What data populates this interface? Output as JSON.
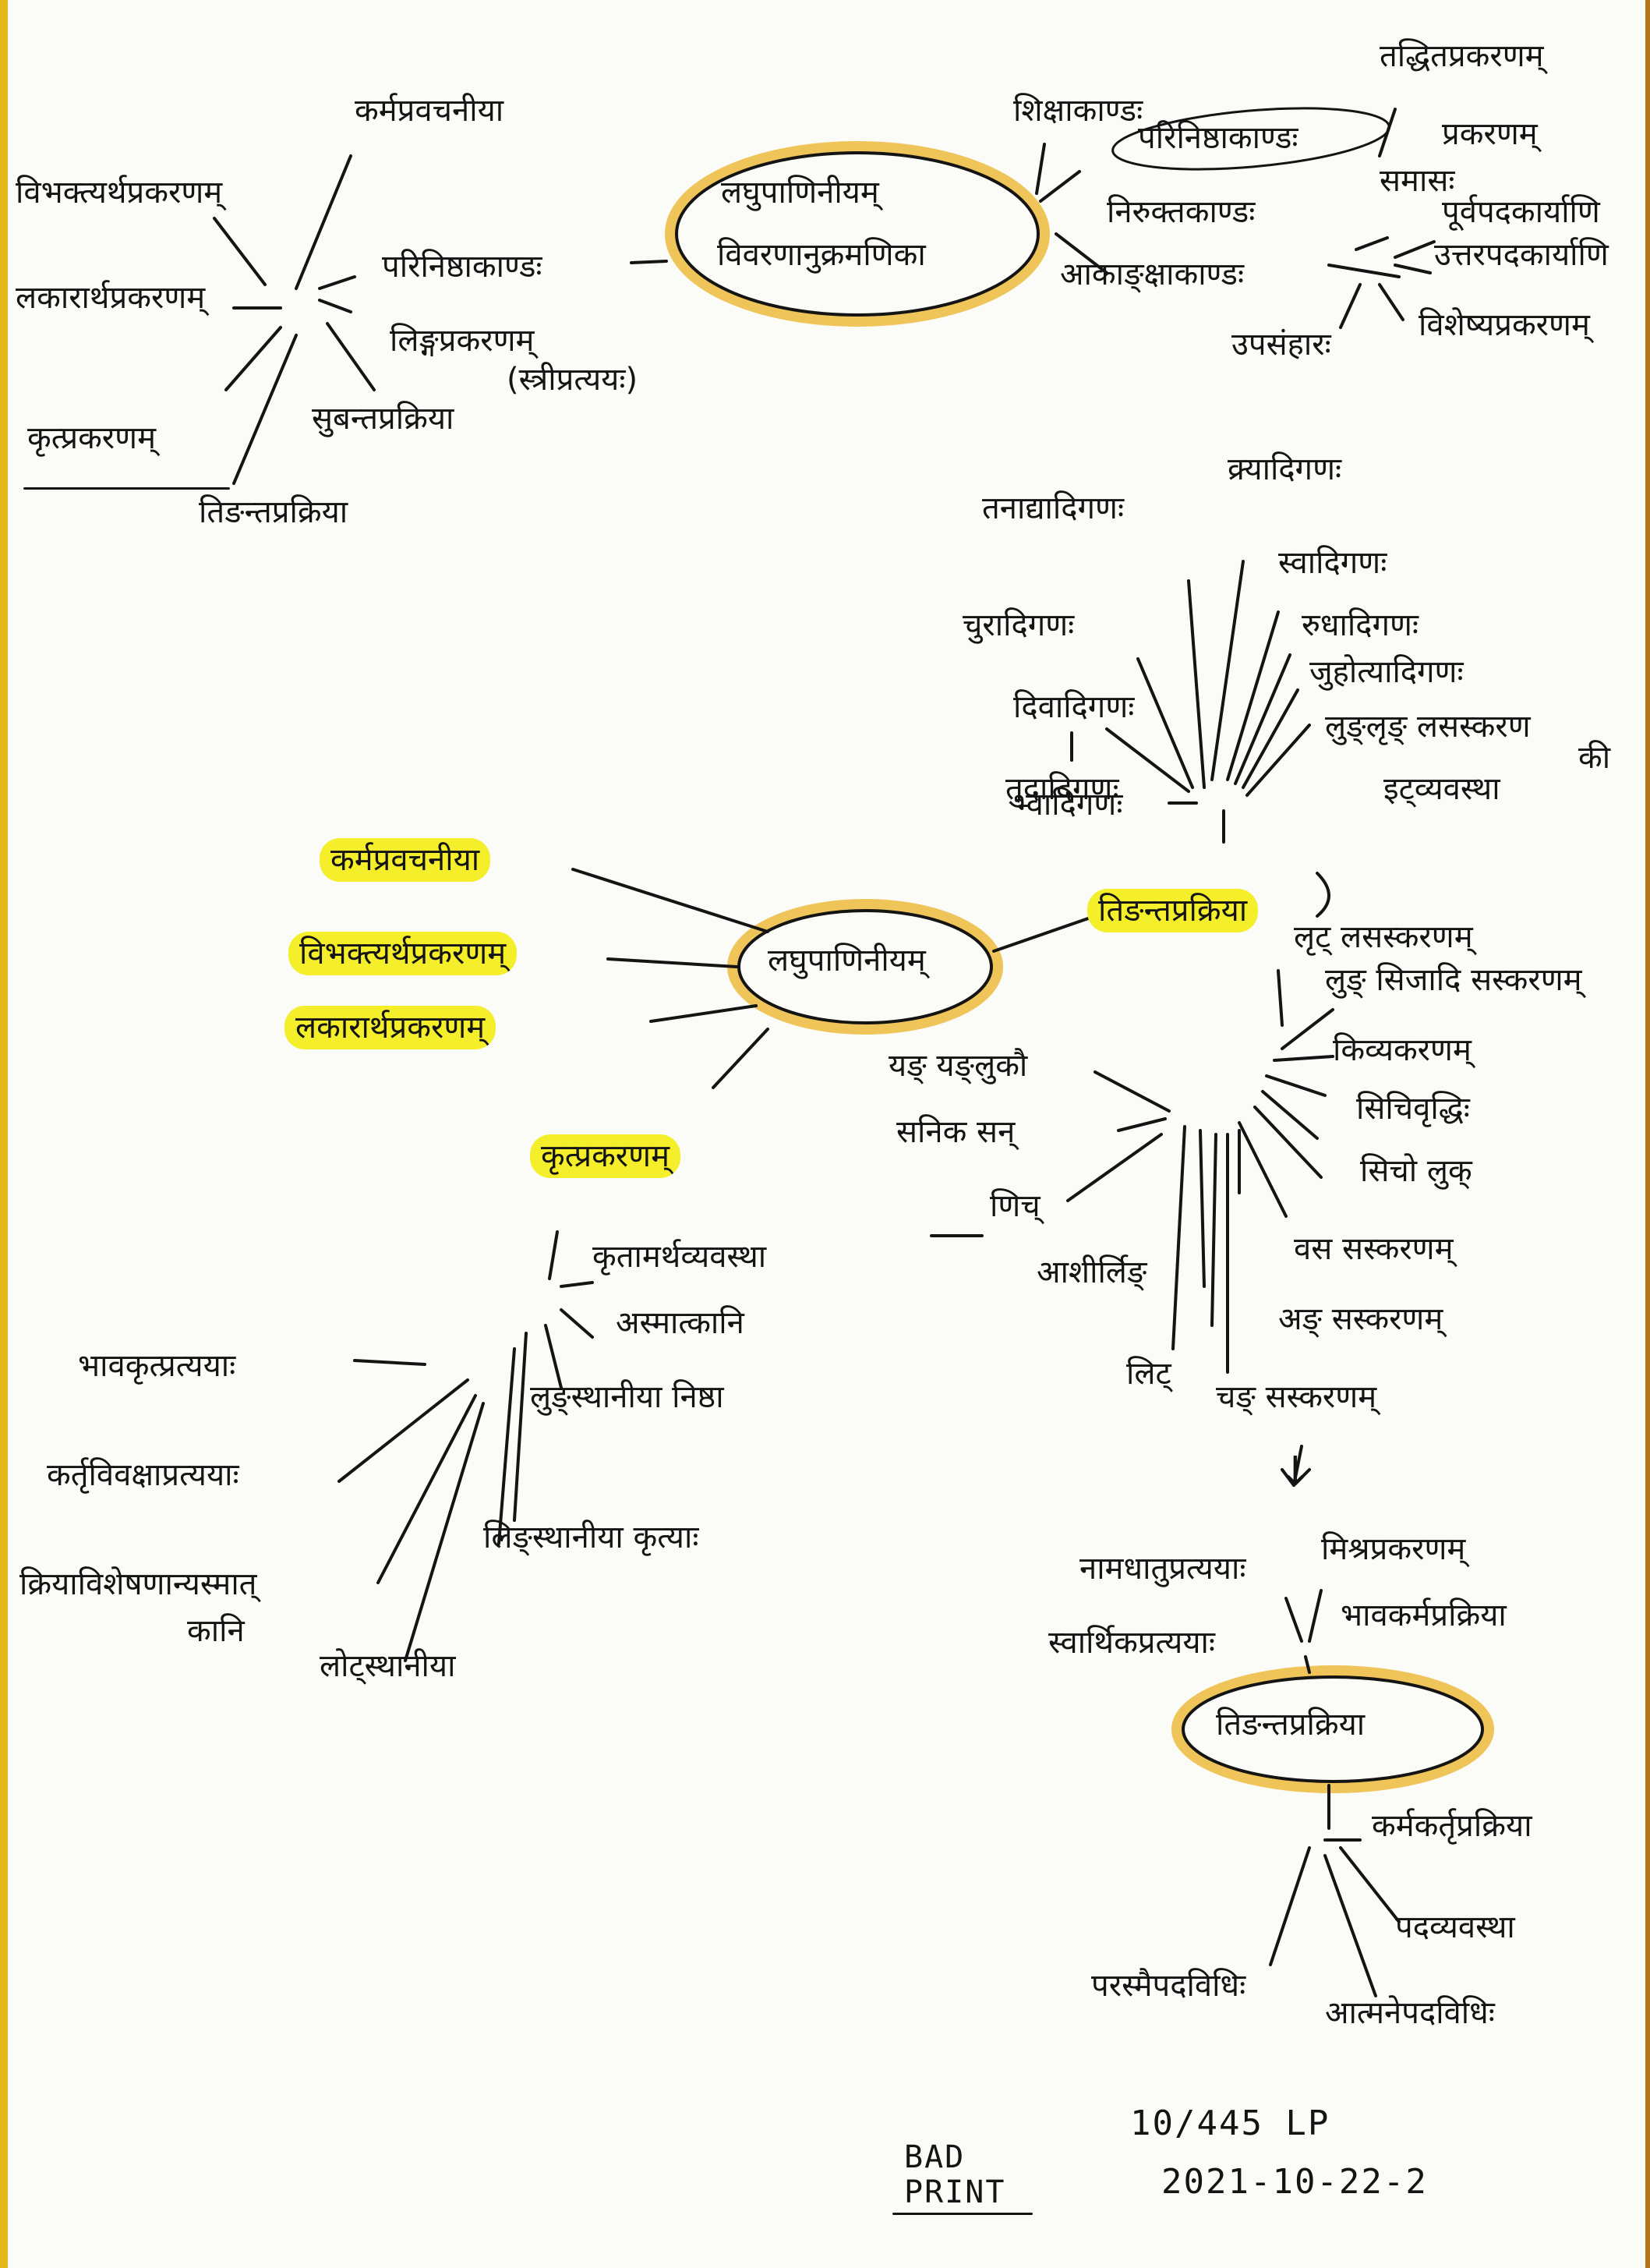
{
  "colors": {
    "paper": "#fbfbf8",
    "ink": "#141414",
    "highlight": "#f5ee2a",
    "highlight_ring": "#ecb62f",
    "left_edge": "#e2b81a",
    "right_edge": "#b5731a"
  },
  "ids": {
    "n1": "कर्मप्रवचनीया",
    "n2": "विभक्त्यर्थप्रकरणम्",
    "n3": "लकारार्थप्रकरणम्",
    "n4": "कृत्प्रकरणम्",
    "n5": "तिङन्तप्रक्रिया",
    "n6": "परिनिष्ठाकाण्डः",
    "n7": "लिङ्गप्रकरणम्",
    "n8": "सुबन्तप्रक्रिया",
    "n9": "(स्त्रीप्रत्ययः)",
    "n10": "लघुपाणिनीयम्",
    "n11": "विवरणानुक्रमणिका",
    "n12": "शिक्षाकाण्डः",
    "n13": "परिनिष्ठाकाण्डः",
    "n14": "निरुक्तकाण्डः",
    "n15": "आकाङ्क्षाकाण्डः",
    "n16": "तद्धितप्रकरणम्",
    "n17": "प्रकरणम्",
    "n18": "समासः",
    "n19": "पूर्वपदकार्याणि",
    "n20": "उत्तरपदकार्याणि",
    "n21": "उपसंहारः",
    "n22": "विशेष्यप्रकरणम्",
    "n23": "तनाद्यादिगणः",
    "n24": "क्र्यादिगणः",
    "n25": "स्वादिगणः",
    "n26": "रुधादिगणः",
    "n27": "चुरादिगणः",
    "n28": "दिवादिगणः",
    "n29": "जुहोत्यादिगणः",
    "n30": "तुदादिगणः",
    "n31": "लुङ्लृङ् लसस्करण",
    "n32": "की",
    "n33": "इट्व्यवस्था",
    "n34": "भ्वादिगणः",
    "n35": "कर्मप्रवचनीया",
    "n36": "विभक्त्यर्थप्रकरणम्",
    "n37": "लकारार्थप्रकरणम्",
    "n38": "लघुपाणिनीयम्",
    "n39": "तिङन्तप्रक्रिया",
    "n40": "कृत्प्रकरणम्",
    "n41": "लृट् लसस्करणम्",
    "n42": "लुङ् सिजादि सस्करणम्",
    "n43": "किव्यकरणम्",
    "n44": "सिचिवृद्धिः",
    "n45": "सिचो लुक्",
    "n46": "यङ् यङ्लुकौ",
    "n47": "सनिक सन्",
    "n48": "णिच्",
    "n49": "आशीर्लिङ्",
    "n50": "वस सस्करणम्",
    "n51": "अङ् सस्करणम्",
    "n52": "लिट्",
    "n53": "चङ् सस्करणम्",
    "n54": "कृतामर्थव्यवस्था",
    "n55": "अस्मात्कानि",
    "n56": "लुङ्स्थानीया निष्ठा",
    "n57": "भावकृत्प्रत्ययाः",
    "n58": "कर्तृविवक्षाप्रत्ययाः",
    "n59": "क्रियाविशेषणान्यस्मात्",
    "n60": "कानि",
    "n61": "लिङ्स्थानीया कृत्याः",
    "n62": "लोट्स्थानीया",
    "n63": "नामधातुप्रत्ययाः",
    "n64": "मिश्रप्रकरणम्",
    "n65": "स्वार्थिकप्रत्ययाः",
    "n66": "भावकर्मप्रक्रिया",
    "n67": "तिङन्तप्रक्रिया",
    "n68": "कर्मकर्तृप्रक्रिया",
    "n69": "पदव्यवस्था",
    "n70": "परस्मैपदविधिः",
    "n71": "आत्मनेपदविधिः",
    "n72": "BAD",
    "n73": "PRINT",
    "n74": "10/445 LP",
    "n75": "2021-10-22-2",
    "n76": "↓"
  }
}
